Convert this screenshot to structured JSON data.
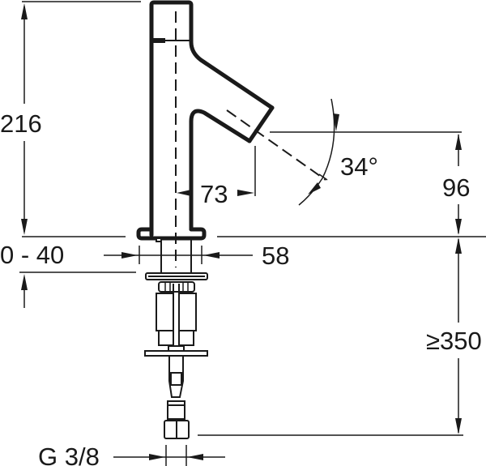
{
  "drawing": {
    "subject": "Basin faucet dimension drawing",
    "line_color": "#1a1a1a",
    "background": "#ffffff"
  },
  "dimensions": {
    "total_height": "216",
    "spout_height": "96",
    "spout_reach": "73",
    "spout_angle": "34°",
    "deck_thickness": "0 - 40",
    "hole_diameter": "58",
    "hose_length": "≥350",
    "connection_thread": "G 3/8"
  }
}
